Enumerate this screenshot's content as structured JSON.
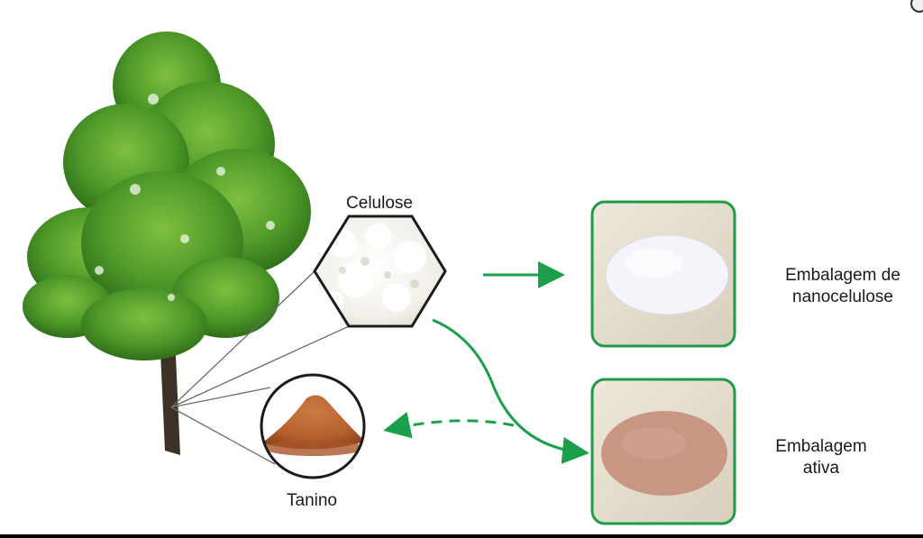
{
  "diagram": {
    "source_materials": {
      "cellulose_label": "Celulose",
      "tannin_label": "Tanino"
    },
    "products": {
      "nanocellulose_label": "Embalagem de\nnanocelulose",
      "active_label": "Embalagem\nativa"
    }
  },
  "colors": {
    "arrow": "#1aa04a",
    "frame": "#1f9a49",
    "foliage": "#4f9a2a",
    "trunk": "#3e3226",
    "tannin": "#b5602e",
    "paper_bg": "#e3dac9"
  },
  "icons": {
    "tree": "tree-illustration",
    "cellulose": "cellulose-hexagon",
    "tannin": "tannin-circle"
  }
}
